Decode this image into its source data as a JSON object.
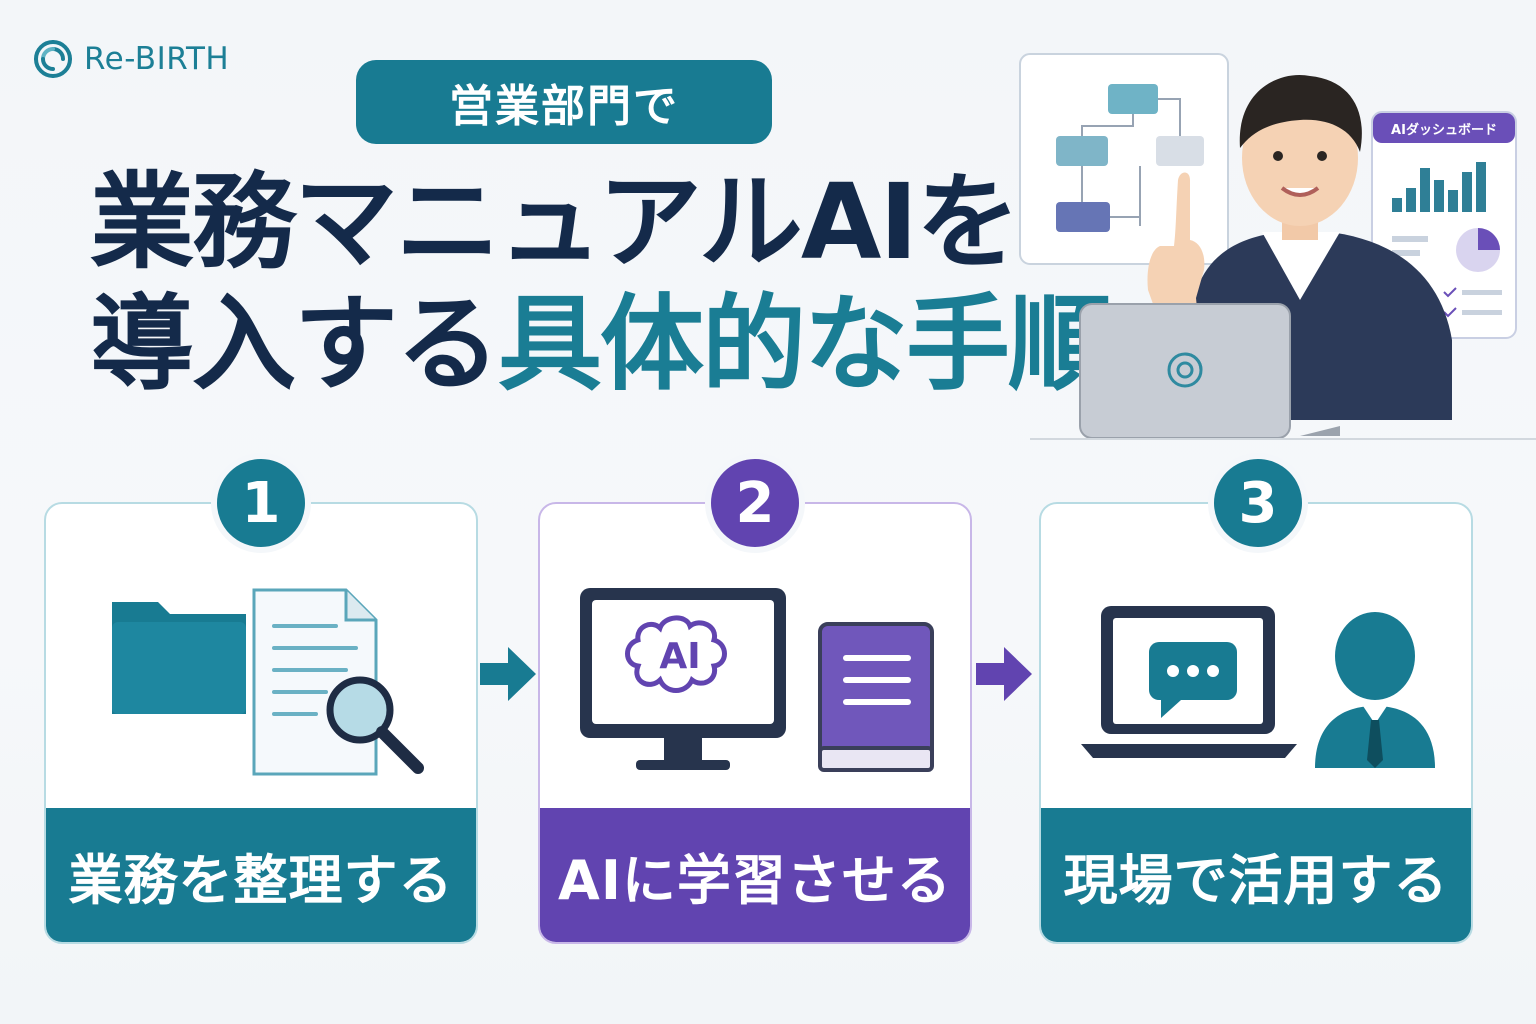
{
  "brand": {
    "name": "Re-BIRTH"
  },
  "header": {
    "tag": "営業部門で",
    "title_line1": "業務マニュアルAIを",
    "title_line2_plain": "導入する",
    "title_line2_accent": "具体的な手順"
  },
  "hero": {
    "dashboard_label": "AIダッシュボード"
  },
  "steps": [
    {
      "number": "1",
      "label": "業務を整理する"
    },
    {
      "number": "2",
      "label": "AIに学習させる",
      "screen_text": "AI"
    },
    {
      "number": "3",
      "label": "現場で活用する"
    }
  ],
  "colors": {
    "teal": "#187b92",
    "purple": "#6144b0",
    "navy": "#142a4a"
  }
}
